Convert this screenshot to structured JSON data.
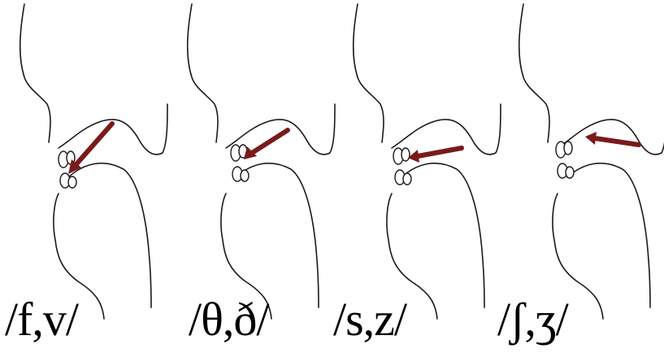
{
  "panels": [
    {
      "id": "labiodental",
      "label": "/f,v/"
    },
    {
      "id": "dental",
      "label": "/θ,ð/"
    },
    {
      "id": "alveolar",
      "label": "/s,z/"
    },
    {
      "id": "postalveolar",
      "label": "/ʃ,ʒ/"
    }
  ],
  "colors": {
    "outline": "#1a1a1a",
    "airflow_arrow": "#7a1a1a",
    "background": "#ffffff"
  }
}
